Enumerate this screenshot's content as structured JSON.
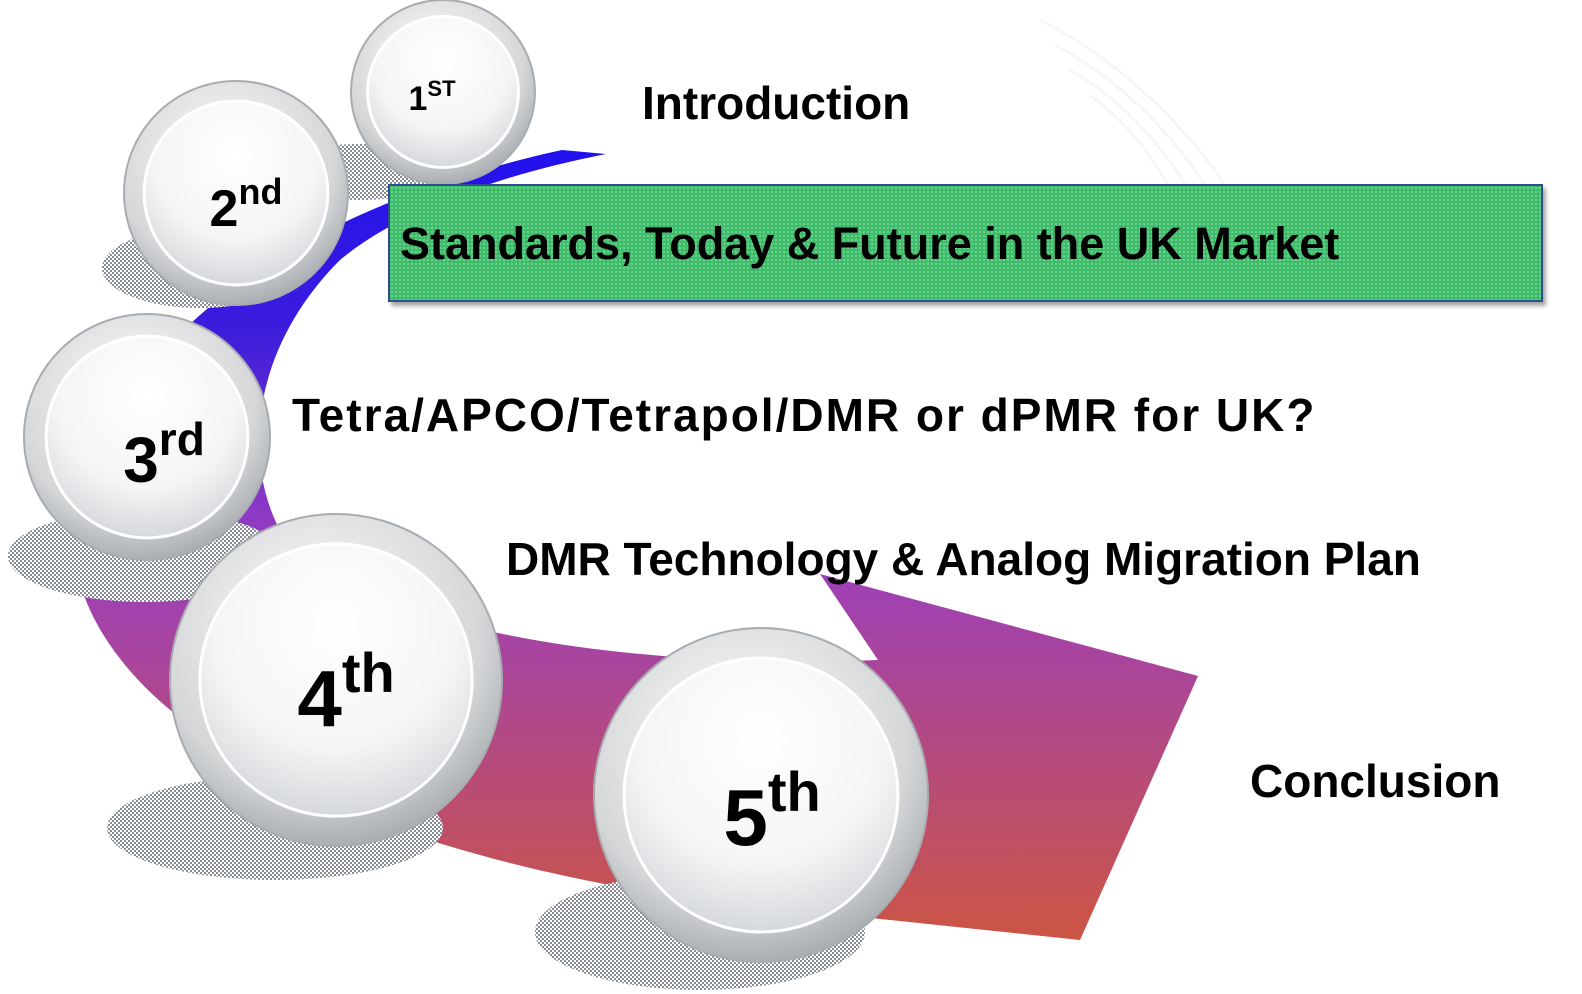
{
  "steps": [
    {
      "num": "1",
      "suffix": "ST",
      "label": "Introduction"
    },
    {
      "num": "2",
      "suffix": "nd",
      "label": "Standards, Today & Future in the UK Market"
    },
    {
      "num": "3",
      "suffix": "rd",
      "label": "Tetra/APCO/Tetrapol/DMR or dPMR for UK?"
    },
    {
      "num": "4",
      "suffix": "th",
      "label": "DMR Technology & Analog Migration Plan"
    },
    {
      "num": "5",
      "suffix": "th",
      "label": "Conclusion"
    }
  ],
  "colors": {
    "arrow_top": "#2211ee",
    "arrow_mid": "#9a3ec0",
    "arrow_bottom": "#cc5544",
    "highlight_box": "#3dbd6a",
    "highlight_border": "#2f4f8f",
    "circle_rim": "#d4d6d8",
    "circle_face": "#f4f5f6",
    "shadow_pattern": "#888c96"
  }
}
